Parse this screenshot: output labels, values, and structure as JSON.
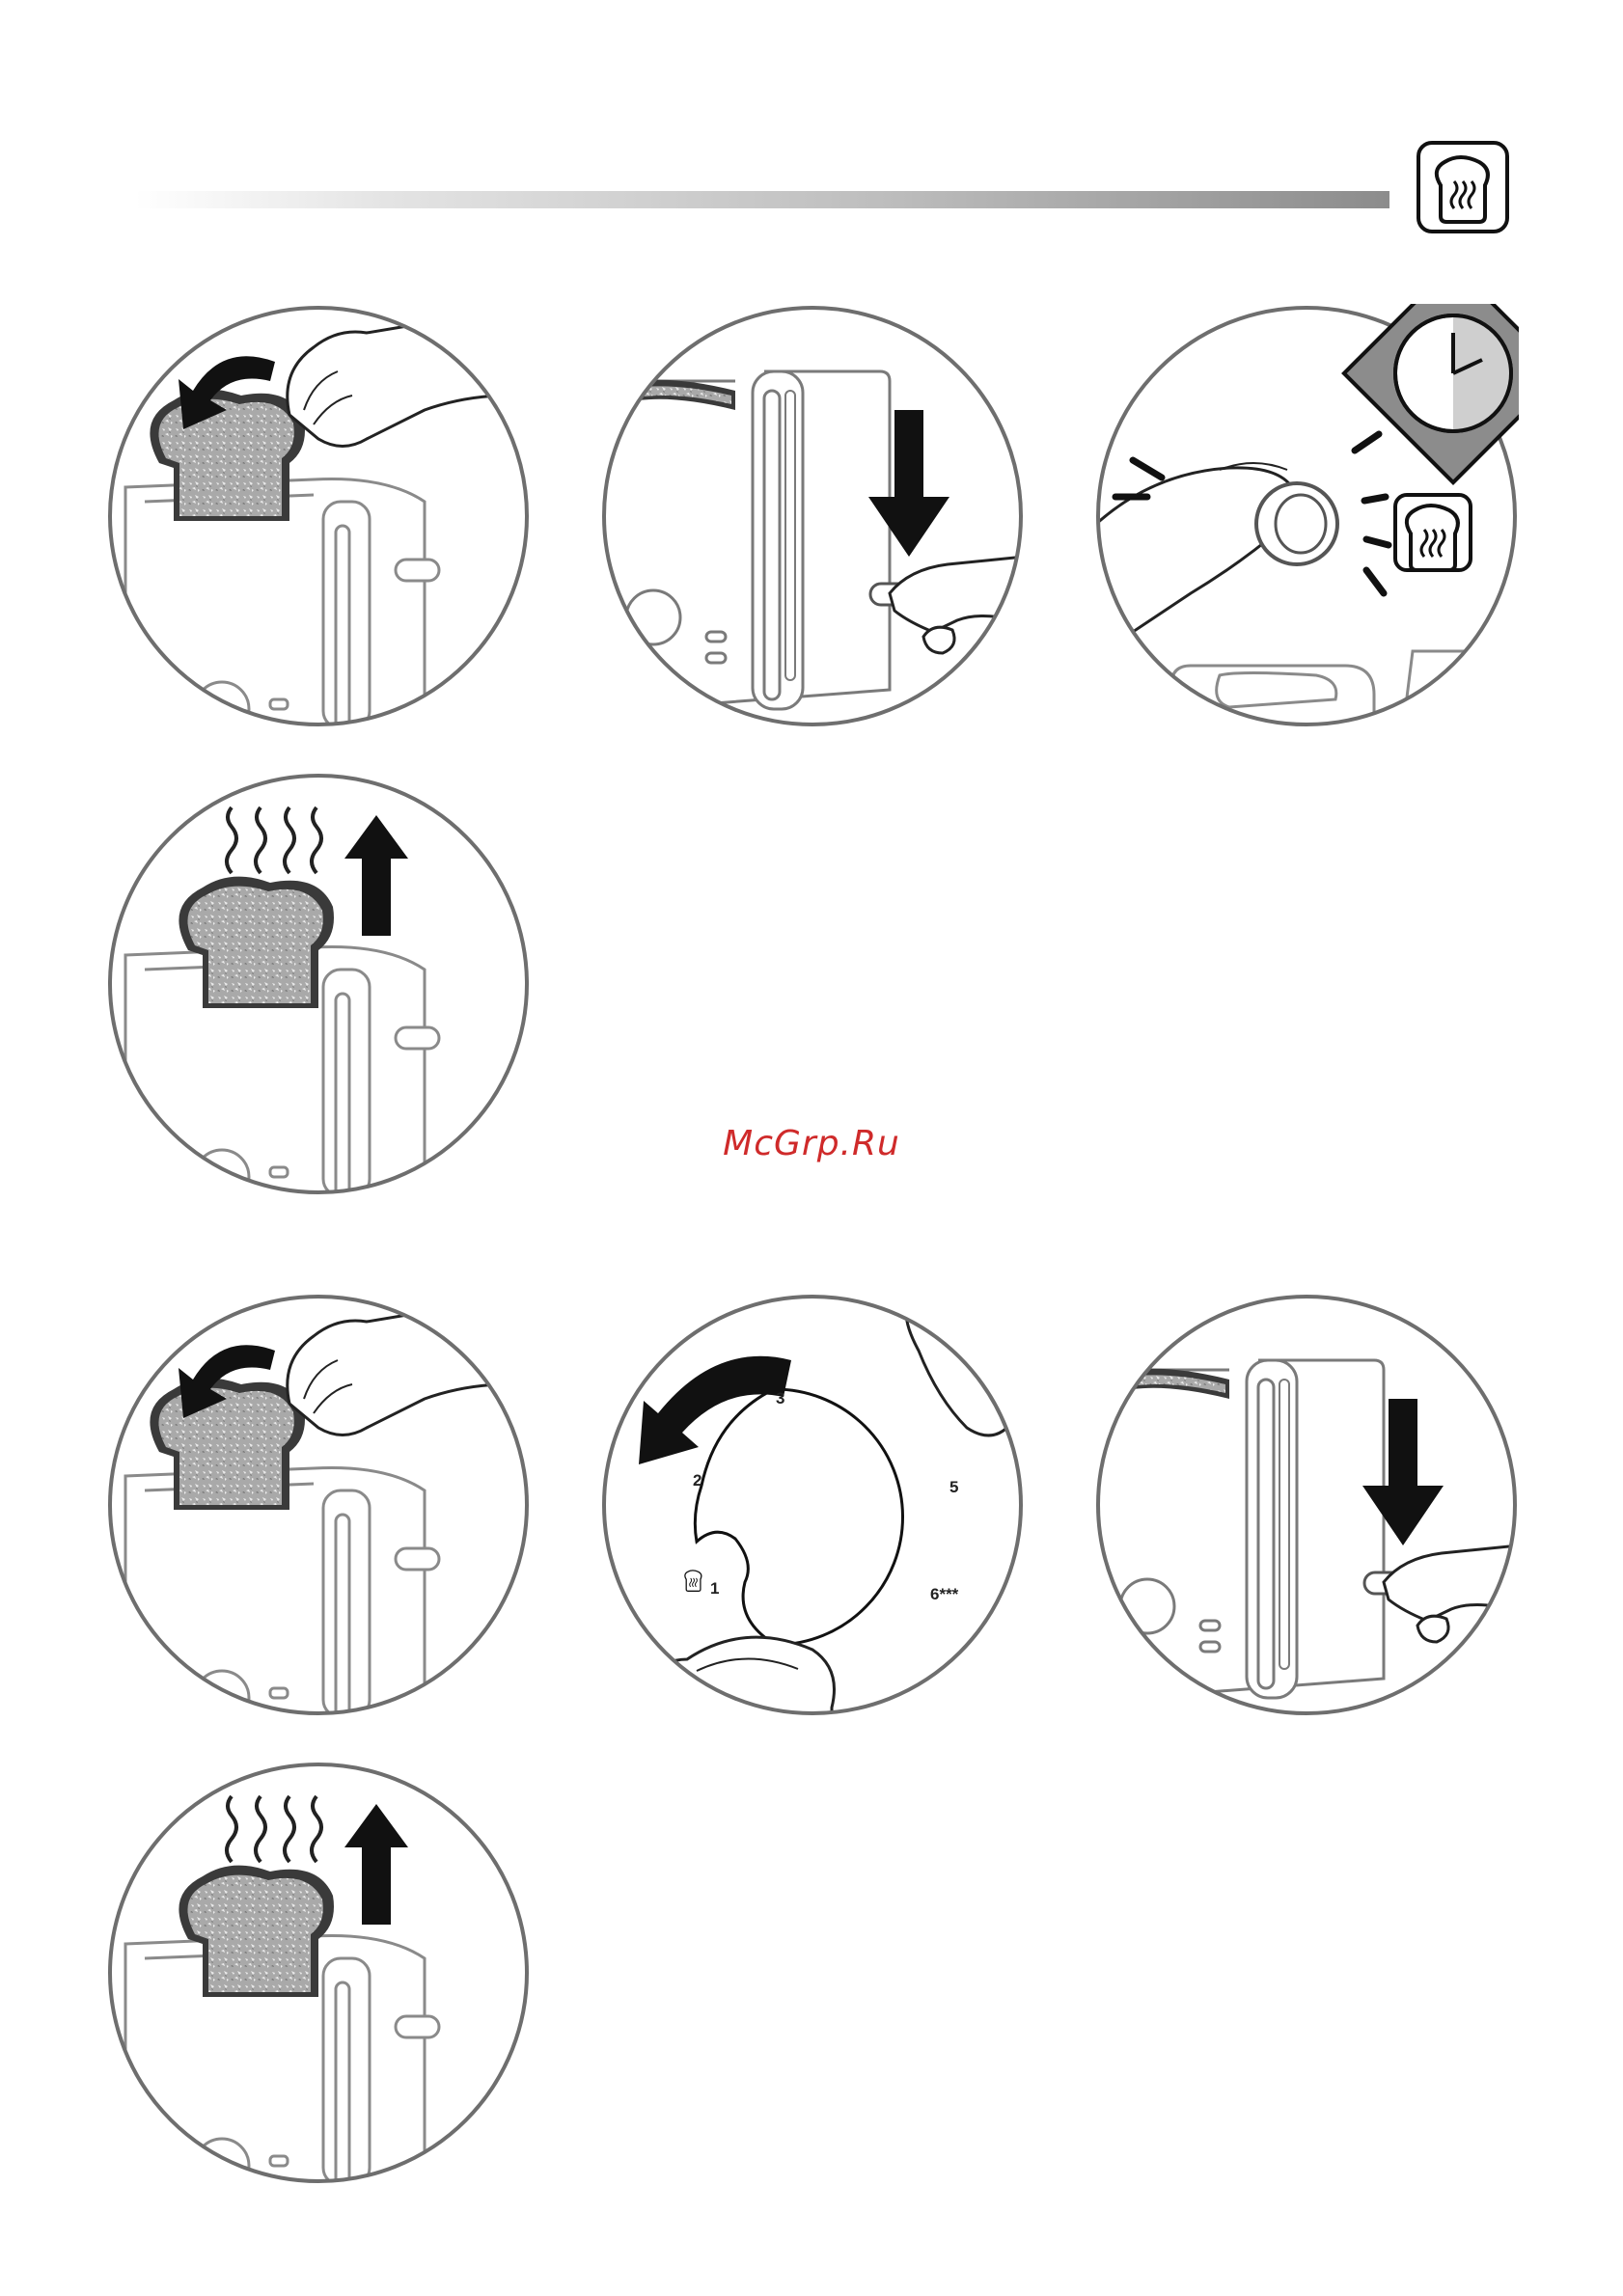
{
  "header": {
    "icon": "toast-icon"
  },
  "watermark": "McGrp.Ru",
  "dial": {
    "labels": [
      "1",
      "2",
      "3",
      "5",
      "6***"
    ],
    "icon": "toast-icon"
  },
  "panels": [
    {
      "id": "insert-bread-1",
      "icon": "hand-insert-bread"
    },
    {
      "id": "press-lever-1",
      "icon": "press-lever-down-arrow"
    },
    {
      "id": "press-reheat-button",
      "icon": "timer-clock-and-toast-button"
    },
    {
      "id": "lift-toast-1",
      "icon": "steaming-toast-up-arrow"
    },
    {
      "id": "insert-bread-2",
      "icon": "hand-insert-bread"
    },
    {
      "id": "turn-browning-dial",
      "icon": "browning-dial-arrow"
    },
    {
      "id": "press-lever-2",
      "icon": "press-lever-down-arrow"
    },
    {
      "id": "lift-toast-2",
      "icon": "steaming-toast-up-arrow"
    }
  ]
}
